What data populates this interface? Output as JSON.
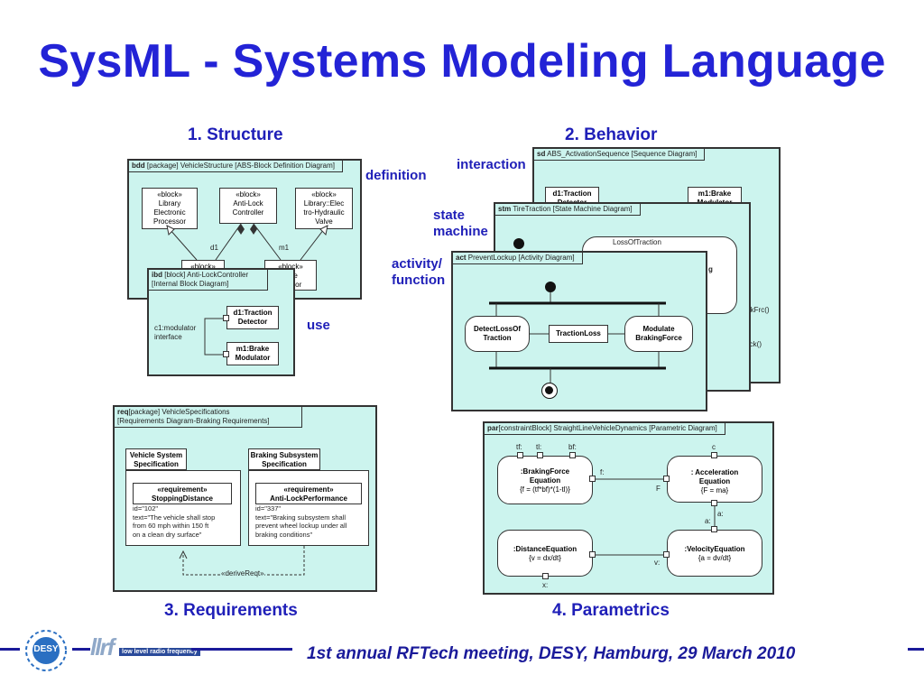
{
  "title": "SysML - Systems Modeling Language",
  "sections": {
    "structure": "1. Structure",
    "behavior": "2. Behavior",
    "requirements": "3. Requirements",
    "parametrics": "4. Parametrics"
  },
  "annotations": {
    "definition": "definition",
    "use": "use",
    "interaction": "interaction",
    "state_machine_1": "state",
    "state_machine_2": "machine",
    "activity_1": "activity/",
    "activity_2": "function"
  },
  "bdd": {
    "header_kw": "bdd",
    "header_text": "[package] VehicleStructure [ABS-Block Definition Diagram]",
    "block1": [
      "«block»",
      "Library",
      "Electronic",
      "Processor"
    ],
    "block2": [
      "«block»",
      "Anti-Lock",
      "Controller"
    ],
    "block3": [
      "«block»",
      "Library::Elec",
      "tro-Hydraulic",
      "Valve"
    ],
    "block4": "«block»",
    "block5": [
      "«block»",
      "rake",
      "dulator"
    ],
    "role_d1": "d1",
    "role_m1": "m1"
  },
  "ibd": {
    "header_kw": "ibd",
    "header_text_1": "[block] Anti-LockController",
    "header_text_2": "[Internal Block Diagram]",
    "part1": [
      "d1:Traction",
      "Detector"
    ],
    "part2": [
      "m1:Brake",
      "Modulator"
    ],
    "connector_1": "c1:modulator",
    "connector_2": "interface"
  },
  "sd": {
    "header_kw": "sd",
    "header_text": "ABS_ActivationSequence [Sequence Diagram]",
    "lifeline1": [
      "d1:Traction",
      "Detector"
    ],
    "lifeline2": [
      "m1:Brake",
      "Modulator"
    ],
    "msg1": "rkFrc()",
    "msg2": "sendAck()"
  },
  "stm": {
    "header_kw": "stm",
    "header_text": "TireTraction [State Machine Diagram]",
    "transition": "LossOfTraction",
    "state_fragment": "g"
  },
  "act": {
    "header_kw": "act",
    "header_text": "PreventLockup [Activity Diagram]",
    "action1": [
      "DetectLossOf",
      "Traction"
    ],
    "object": "TractionLoss",
    "action2": [
      "Modulate",
      "BrakingForce"
    ]
  },
  "req": {
    "header_kw": "req",
    "header_text_1": "[package] VehicleSpecifications",
    "header_text_2": "[Requirements Diagram-Braking Requirements]",
    "pkg1_title": [
      "Vehicle System",
      "Specification"
    ],
    "pkg2_title": [
      "Braking Subsystem",
      "Specification"
    ],
    "req1_title": [
      "«requirement»",
      "StoppingDistance"
    ],
    "req1_text": [
      "id=\"102\"",
      "text=\"The vehicle shall stop",
      "from 60 mph within 150 ft",
      "on a clean dry surface\""
    ],
    "req2_title": [
      "«requirement»",
      "Anti-LockPerformance"
    ],
    "req2_text": [
      "id=\"337\"",
      "text=\"Braking subsystem shall",
      "prevent wheel lockup under all",
      "braking conditions\""
    ],
    "derive": "«deriveReqt»"
  },
  "par": {
    "header_kw": "par",
    "header_text": "[constraintBlock] StraightLineVehicleDynamics [Parametric Diagram]",
    "c1": [
      ":BrakingForce",
      "Equation",
      "{f = (tf*bf)*(1-tl)}"
    ],
    "c2": [
      ": Acceleration",
      "Equation",
      "{F = ma}"
    ],
    "c3": [
      ":DistanceEquation",
      "{v = dx/dt}"
    ],
    "c4": [
      ":VelocityEquation",
      "{a = dv/dt}"
    ],
    "p_tf": "tf:",
    "p_tl": "tl:",
    "p_bf": "bf:",
    "p_c": "c",
    "p_f": "f:",
    "p_F": "F",
    "p_a": "a:",
    "p_a2": "a:",
    "p_v": "v:",
    "p_x": "x:"
  },
  "footer": {
    "text": "1st annual RFTech meeting, DESY, Hamburg, 29 March 2010",
    "desy_logo": "DESY",
    "llrf_logo_1": "llrf",
    "llrf_logo_2": "low level radio frequency"
  },
  "colors": {
    "title": "#2323d6",
    "labels": "#1f1fb8",
    "panel": "#ccf4ee",
    "footer": "#1a1a9a"
  }
}
